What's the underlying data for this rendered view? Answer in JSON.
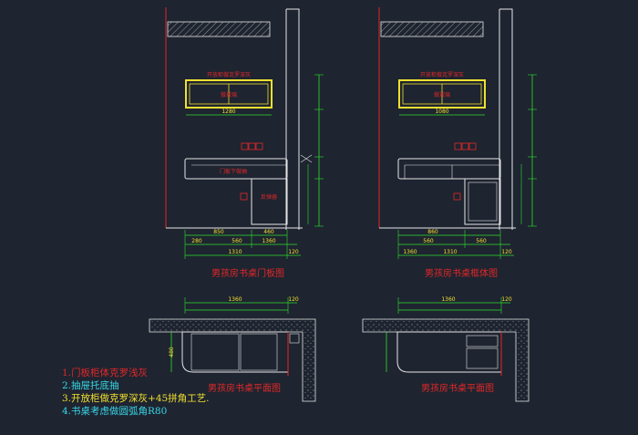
{
  "background": "#1e2430",
  "colors": {
    "white": "#e6e6e6",
    "red": "#e02828",
    "green": "#2ee02e",
    "yellow": "#f0e030",
    "cyan": "#38d8e8",
    "pink": "#ff6aa8",
    "hatch": "#9a9a9a"
  },
  "views": {
    "door_panel": {
      "title": "男孩房书桌门板图",
      "cabinet_label": "开放柜做克罗深灰",
      "inner_label": "做玻璃",
      "drawer_label": "门板下做抽",
      "side_label": "反弹器",
      "dims_bottom": [
        "850",
        "460",
        "280",
        "560",
        "1360",
        "1310",
        "120"
      ],
      "dims_wall": [
        "1280"
      ]
    },
    "frame": {
      "title": "男孩房书桌框体图",
      "cabinet_label": "开放柜做克罗深灰",
      "inner_label": "做玻璃",
      "dims_bottom": [
        "860",
        "560",
        "560",
        "1360",
        "1310",
        "120"
      ],
      "dims_wall": [
        "1080"
      ]
    },
    "plan_left": {
      "title": "男孩房书桌平面图",
      "dims_top": [
        "1360",
        "120",
        "480"
      ]
    },
    "plan_right": {
      "title": "男孩房书桌平面图",
      "dims_top": [
        "1360",
        "120"
      ]
    }
  },
  "notes": [
    {
      "text": "1.门板柜体克罗浅灰",
      "color": "#e02828"
    },
    {
      "text": "2.抽屉托底抽",
      "color": "#38d8e8"
    },
    {
      "text": "3.开放柜做克罗深灰+45拼角工艺.",
      "color": "#f0e030"
    },
    {
      "text": "4.书桌考虑做圆弧角R80",
      "color": "#38d8e8"
    }
  ]
}
